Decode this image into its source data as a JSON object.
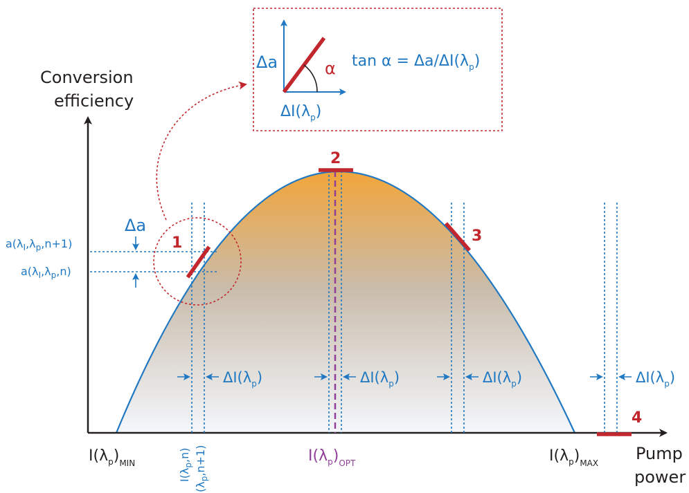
{
  "axes": {
    "y_label_line1": "Conversion",
    "y_label_line2": "efficiency",
    "x_label_line1": "Pump",
    "x_label_line2": "power"
  },
  "x_ticks": {
    "min": {
      "base": "I(λ",
      "sub1": "p",
      "close": ")",
      "sub2": "MIN"
    },
    "opt": {
      "base": "I(λ",
      "sub1": "p",
      "close": ")",
      "sub2": "OPT"
    },
    "max": {
      "base": "I(λ",
      "sub1": "p",
      "close": ")",
      "sub2": "MAX"
    },
    "n": {
      "base": "I(λ",
      "sub1": "p",
      "close": ",n)"
    },
    "n1": {
      "base": "(λ",
      "sub1": "p",
      "close": ",n+1)"
    }
  },
  "y_ticks": {
    "a_n1": {
      "a": "a(λ",
      "s1": "I",
      "mid": ",λ",
      "s2": "p",
      "end": ",n+1)"
    },
    "a_n": {
      "a": "a(λ",
      "s1": "I",
      "mid": ",λ",
      "s2": "p",
      "end": ",n)"
    },
    "delta_a": "Δa"
  },
  "markers": [
    "1",
    "2",
    "3",
    "4"
  ],
  "delta_labels": {
    "text": "ΔI(λ",
    "sub": "p",
    "close": ")"
  },
  "inset": {
    "delta_a": "Δa",
    "alpha": "α",
    "x_label": {
      "base": "ΔI(λ",
      "sub": "p",
      "close": ")"
    },
    "formula": {
      "base": "tan α = Δa/ΔI(λ",
      "sub": "p",
      "close": ")"
    }
  },
  "colors": {
    "curve": "#1f78c1",
    "marker": "#c1272d",
    "optimum_line": "#8f3f97",
    "gradient_top": "#f2a53a",
    "gradient_bottom": "#eef3fa",
    "axis": "#231f20"
  }
}
